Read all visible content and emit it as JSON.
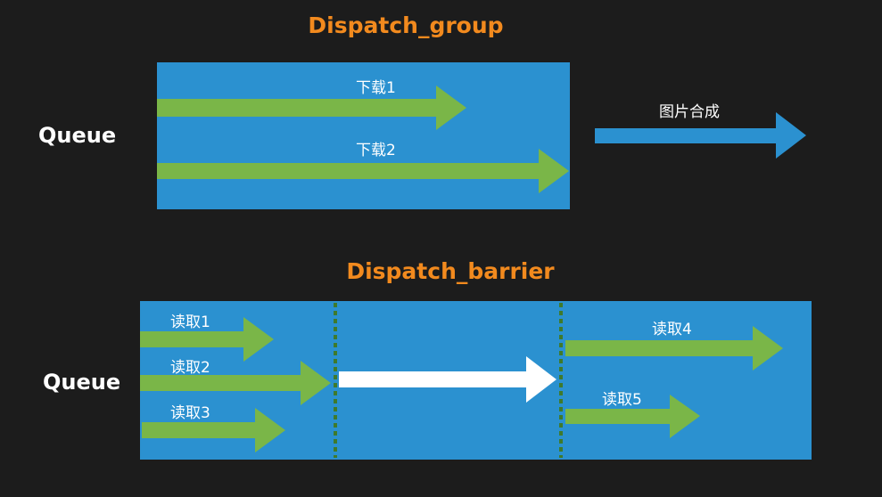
{
  "group": {
    "title": "Dispatch_group",
    "queue_label": "Queue",
    "tasks": [
      "下载1",
      "下载2"
    ],
    "result_label": "图片合成"
  },
  "barrier": {
    "title": "Dispatch_barrier",
    "queue_label": "Queue",
    "reads_before": [
      "读取1",
      "读取2",
      "读取3"
    ],
    "reads_after": [
      "读取4",
      "读取5"
    ]
  },
  "colors": {
    "background": "#1c1c1c",
    "title": "#f28a1e",
    "queue_panel": "#2b91d0",
    "task_arrow": "#7ab648",
    "result_arrow": "#2b91d0",
    "barrier_arrow": "#ffffff",
    "barrier_line": "#3f7a2c"
  }
}
